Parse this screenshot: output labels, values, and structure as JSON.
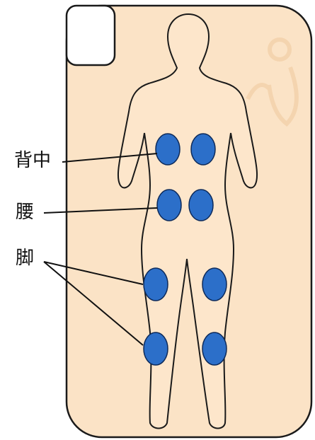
{
  "labels": {
    "back": "背中",
    "waist": "腰",
    "legs": "脚"
  },
  "colors": {
    "card_fill": "#fbe3c6",
    "card_stroke": "#1a1a1a",
    "body_fill": "#fde6cb",
    "body_stroke": "#1a1a1a",
    "dot_fill": "#2c6fc9",
    "dot_stroke": "#0d2a5a",
    "line": "#111111"
  }
}
